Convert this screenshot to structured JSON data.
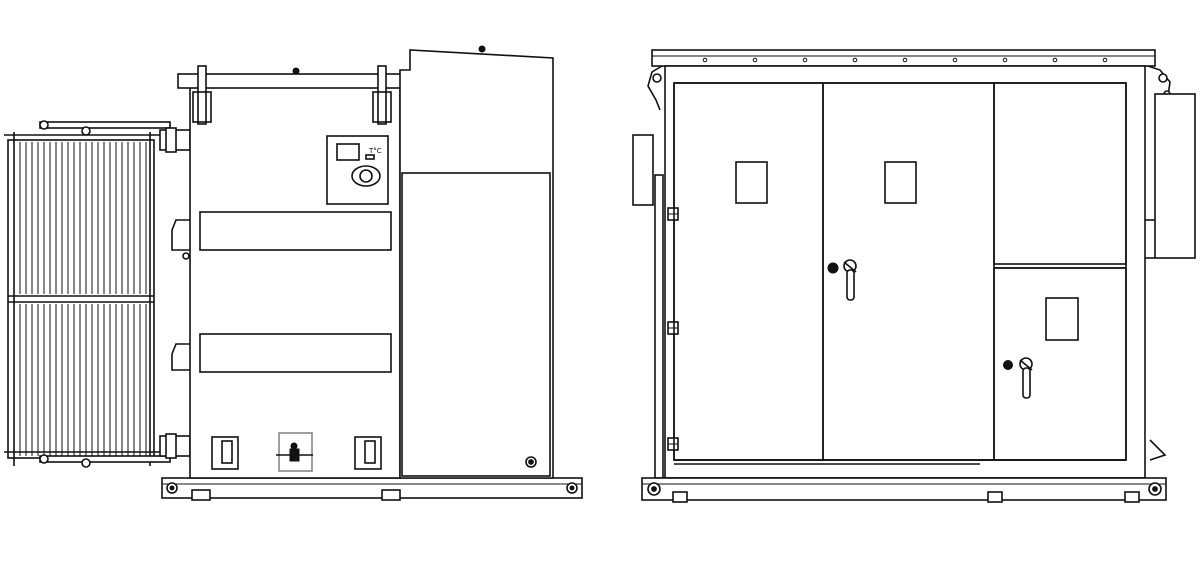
{
  "drawing": {
    "views": [
      "side-view",
      "front-view"
    ],
    "controller_label": "T°C"
  },
  "colors": {
    "line": "#111111",
    "background": "#ffffff",
    "handle_outline": "#888888"
  }
}
